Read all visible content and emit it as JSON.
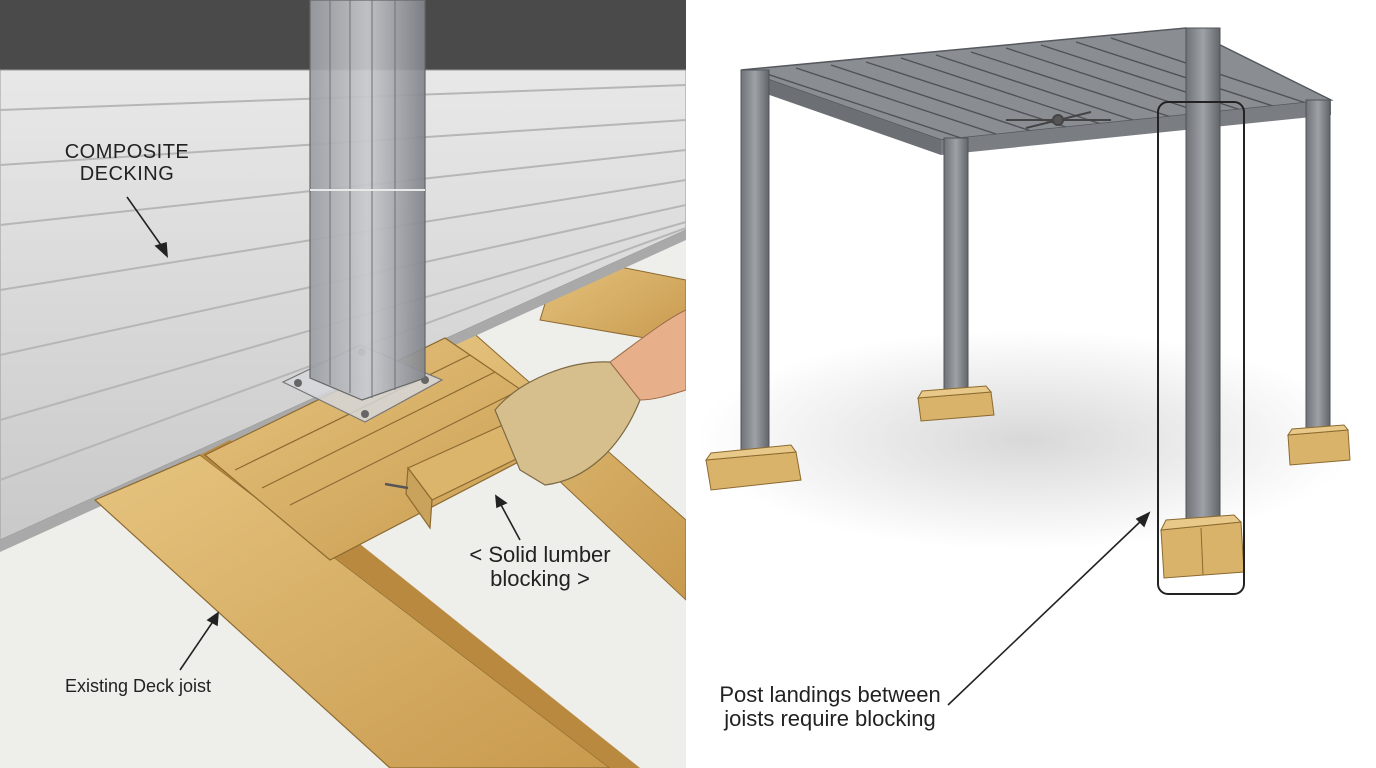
{
  "left_panel": {
    "labels": {
      "composite_decking": "COMPOSITE\nDECKING",
      "solid_lumber_blocking": "< Solid lumber\nblocking >",
      "existing_deck_joist": "Existing Deck joist"
    }
  },
  "right_panel": {
    "labels": {
      "post_landings": "Post landings between\njoists require blocking"
    }
  },
  "colors": {
    "decking": "#dadada",
    "lumber": "#d9b36a",
    "metal": "#7d8187",
    "wall": "#4a4a4a",
    "line": "#222222"
  }
}
